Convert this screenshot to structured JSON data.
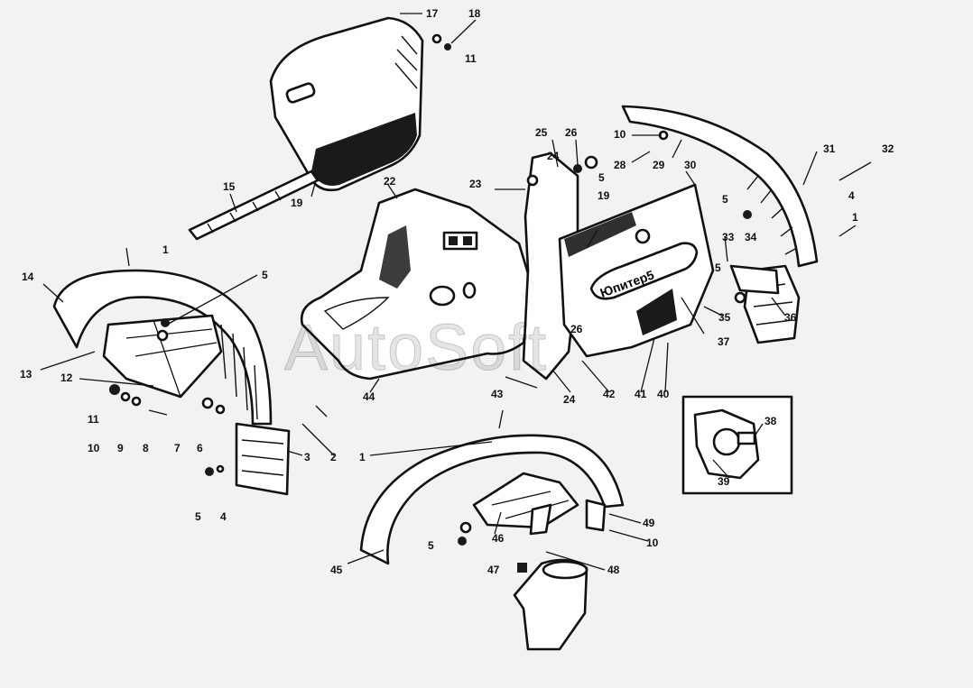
{
  "plate_text": "Юпитер5",
  "watermark": "AutoSoft",
  "callouts": [
    {
      "text": "17"
    },
    {
      "text": "18"
    },
    {
      "text": "11"
    },
    {
      "text": "15"
    },
    {
      "text": "19"
    },
    {
      "text": "25"
    },
    {
      "text": "26"
    },
    {
      "text": "24"
    },
    {
      "text": "5"
    },
    {
      "text": "23"
    },
    {
      "text": "19"
    },
    {
      "text": "22"
    },
    {
      "text": "10"
    },
    {
      "text": "28"
    },
    {
      "text": "29"
    },
    {
      "text": "30"
    },
    {
      "text": "31"
    },
    {
      "text": "32"
    },
    {
      "text": "4"
    },
    {
      "text": "5"
    },
    {
      "text": "1"
    },
    {
      "text": "33"
    },
    {
      "text": "34"
    },
    {
      "text": "5"
    },
    {
      "text": "35"
    },
    {
      "text": "36"
    },
    {
      "text": "37"
    },
    {
      "text": "1"
    },
    {
      "text": "14"
    },
    {
      "text": "5"
    },
    {
      "text": "13"
    },
    {
      "text": "12"
    },
    {
      "text": "11"
    },
    {
      "text": "10"
    },
    {
      "text": "9"
    },
    {
      "text": "8"
    },
    {
      "text": "7"
    },
    {
      "text": "6"
    },
    {
      "text": "3"
    },
    {
      "text": "2"
    },
    {
      "text": "1"
    },
    {
      "text": "44"
    },
    {
      "text": "43"
    },
    {
      "text": "42"
    },
    {
      "text": "24"
    },
    {
      "text": "26"
    },
    {
      "text": "41"
    },
    {
      "text": "40"
    },
    {
      "text": "38"
    },
    {
      "text": "39"
    },
    {
      "text": "5"
    },
    {
      "text": "4"
    },
    {
      "text": "49"
    },
    {
      "text": "10"
    },
    {
      "text": "46"
    },
    {
      "text": "5"
    },
    {
      "text": "47"
    },
    {
      "text": "48"
    },
    {
      "text": "45"
    }
  ]
}
